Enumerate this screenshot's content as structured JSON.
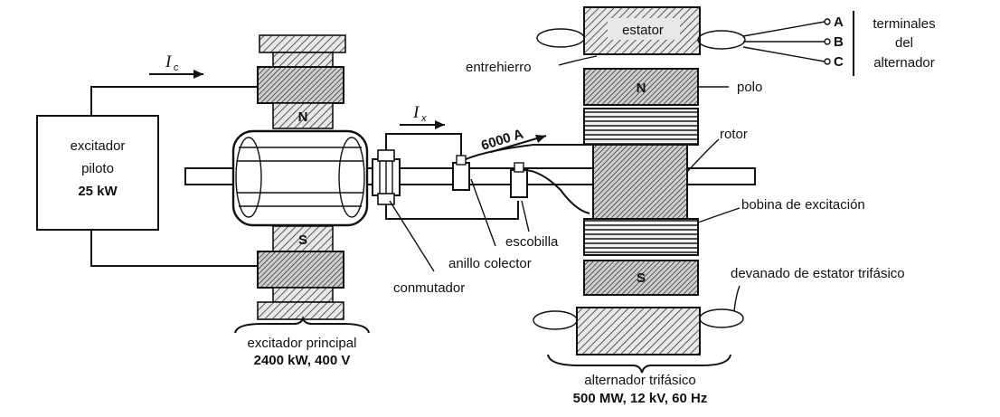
{
  "pilot_exciter": {
    "line1": "excitador",
    "line2": "piloto",
    "rating": "25 kW"
  },
  "main_exciter": {
    "label": "excitador principal",
    "rating": "2400 kW, 400 V",
    "pole_n": "N",
    "pole_s": "S"
  },
  "alternator": {
    "label": "alternador trifásico",
    "rating": "500 MW, 12 kV, 60 Hz",
    "pole_n": "N",
    "pole_s": "S"
  },
  "currents": {
    "ic_symbol": "I",
    "ic_sub": "c",
    "ix_symbol": "I",
    "ix_sub": "x",
    "field_current": "6000 A"
  },
  "labels": {
    "estator": "estator",
    "entrehierro": "entrehierro",
    "polo": "polo",
    "rotor": "rotor",
    "bobina": "bobina de excitación",
    "devanado": "devanado de estator trifásico",
    "escobilla": "escobilla",
    "anillo": "anillo colector",
    "conmutador": "conmutador"
  },
  "terminals": {
    "a": "A",
    "b": "B",
    "c": "C",
    "line1": "terminales",
    "line2": "del",
    "line3": "alternador"
  }
}
